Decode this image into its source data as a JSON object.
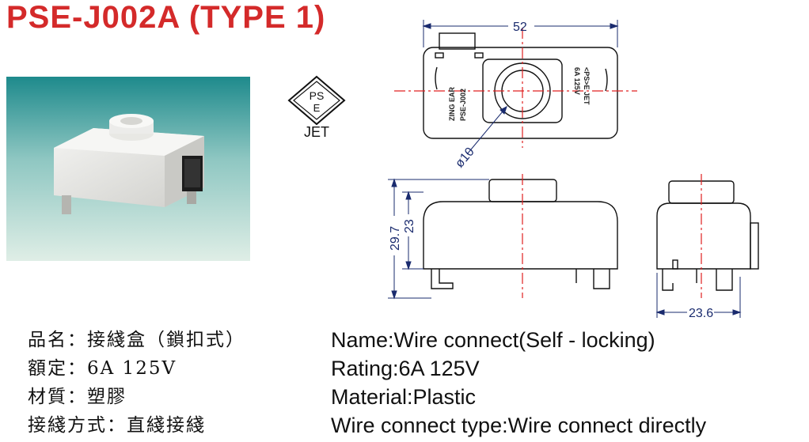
{
  "title": "PSE-J002A (TYPE 1)",
  "pse_mark": {
    "line1": "PS",
    "line2": "E",
    "label": "JET"
  },
  "drawing": {
    "dim_width": "52",
    "dim_diameter": "ø10",
    "dim_height_total": "29.7",
    "dim_height_body": "23",
    "dim_depth": "23.6",
    "label_left_1": "ZING EAR",
    "label_left_2": "PSE-J002",
    "label_right_1": "6A 125V",
    "label_right_2": "<PS>E JET"
  },
  "specs": [
    {
      "zh": "品名：接綫盒（鎖扣式）",
      "en": "Name:Wire connect(Self - locking)"
    },
    {
      "zh": "額定：6A 125V",
      "en": "Rating:6A 125V"
    },
    {
      "zh": "材質：塑膠",
      "en": "Material:Plastic"
    },
    {
      "zh": "接綫方式：直綫接綫",
      "en": "Wire connect type:Wire connect directly"
    }
  ],
  "colors": {
    "title": "#d42a2a",
    "dimension": "#1a2b6e",
    "centerline": "#e02020"
  }
}
